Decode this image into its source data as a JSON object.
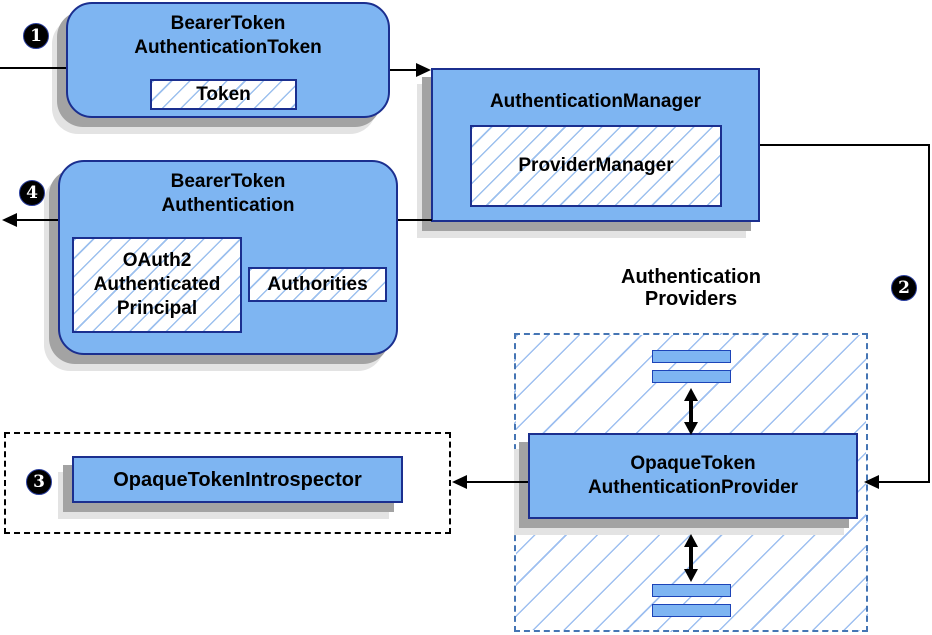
{
  "nodes": {
    "bearer_token_authentication_token": {
      "title_line1": "BearerToken",
      "title_line2": "AuthenticationToken",
      "token_label": "Token"
    },
    "authentication_manager": {
      "title": "AuthenticationManager",
      "provider_manager_label": "ProviderManager"
    },
    "bearer_token_authentication": {
      "title_line1": "BearerToken",
      "title_line2": "Authentication",
      "principal_line1": "OAuth2",
      "principal_line2": "Authenticated",
      "principal_line3": "Principal",
      "authorities_label": "Authorities"
    },
    "opaque_token_introspector": {
      "title": "OpaqueTokenIntrospector"
    },
    "opaque_token_authentication_provider": {
      "title_line1": "OpaqueToken",
      "title_line2": "AuthenticationProvider"
    },
    "authentication_providers": {
      "label_line1": "Authentication",
      "label_line2": "Providers"
    }
  },
  "badges": {
    "step1": "1",
    "step2": "2",
    "step3": "3",
    "step4": "4"
  },
  "colors": {
    "node_fill": "#7eb5f2",
    "node_border": "#1b2f8f",
    "hatch_line": "#9cc0ee",
    "shadow_dark": "#a3a3a3",
    "shadow_light": "#e3e3e3",
    "providers_dash_border": "#4575b4",
    "introspector_dash_border": "#000000",
    "badge_fill": "#000000",
    "badge_text": "#ffffff",
    "connector": "#000000"
  }
}
